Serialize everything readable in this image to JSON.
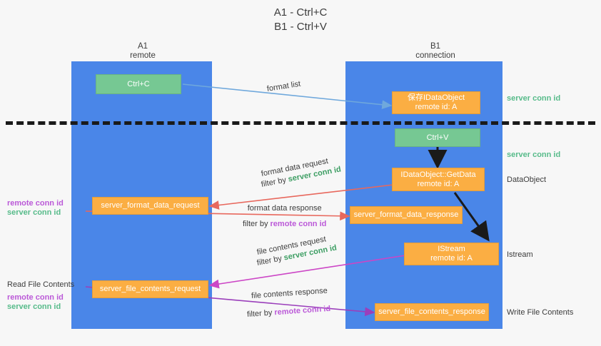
{
  "title": "A1 - Ctrl+C\nB1 - Ctrl+V",
  "columns": {
    "left": {
      "name": "A1",
      "role": "remote",
      "header": "A1\nremote"
    },
    "right": {
      "name": "B1",
      "role": "connection",
      "header": "B1\nconnection"
    }
  },
  "colors": {
    "lane": "#4a86e8",
    "green_node": "#76c893",
    "orange_node": "#fbae43",
    "server_conn_id": "#57bb8a",
    "remote_conn_id": "#bb59d8",
    "arrow_blue": "#6fa8dc",
    "arrow_red": "#e8685d",
    "arrow_magenta": "#cc46c6",
    "arrow_purple": "#9b3fbb",
    "arrow_black": "#1a1a1a",
    "divider": "#1a1a1a",
    "background": "#f7f7f7"
  },
  "nodes": {
    "ctrl_c": {
      "label": "Ctrl+C",
      "sub": ""
    },
    "save_idataobject": {
      "label": "保存IDataObject",
      "sub": "remote id: A"
    },
    "ctrl_v": {
      "label": "Ctrl+V",
      "sub": ""
    },
    "getdata": {
      "label": "IDataObject::GetData",
      "sub": "remote id: A"
    },
    "format_data_request": {
      "label": "server_format_data_request",
      "sub": ""
    },
    "format_data_response": {
      "label": "server_format_data_response",
      "sub": ""
    },
    "istream": {
      "label": "IStream",
      "sub": "remote id: A"
    },
    "file_contents_request": {
      "label": "server_file_contents_request",
      "sub": ""
    },
    "file_contents_response": {
      "label": "server_file_contents_response",
      "sub": ""
    }
  },
  "edges": {
    "format_list": {
      "caption": "format list"
    },
    "format_data_request": {
      "caption": "format data request",
      "filter_prefix": "filter by ",
      "filter_value": "server conn id"
    },
    "format_data_response": {
      "caption": "format data response",
      "filter_prefix": "filter by ",
      "filter_value": "remote conn id"
    },
    "file_contents_request": {
      "caption": "file contents request",
      "filter_prefix": "filter by ",
      "filter_value": "server conn id"
    },
    "file_contents_response": {
      "caption": "file contents response",
      "filter_prefix": "filter by ",
      "filter_value": "remote conn id"
    }
  },
  "annotations": {
    "right": [
      {
        "text": "server conn id",
        "style": "green"
      },
      {
        "text": "server conn id",
        "style": "green"
      },
      {
        "text": "DataObject",
        "style": "dark"
      },
      {
        "text": "Istream",
        "style": "dark"
      },
      {
        "text": "Write File Contents",
        "style": "dark"
      }
    ],
    "left": {
      "group1_remote": "remote conn id",
      "group1_server": "server conn id",
      "read_file_contents": "Read File Contents",
      "group2_remote": "remote conn id",
      "group2_server": "server conn id"
    }
  }
}
